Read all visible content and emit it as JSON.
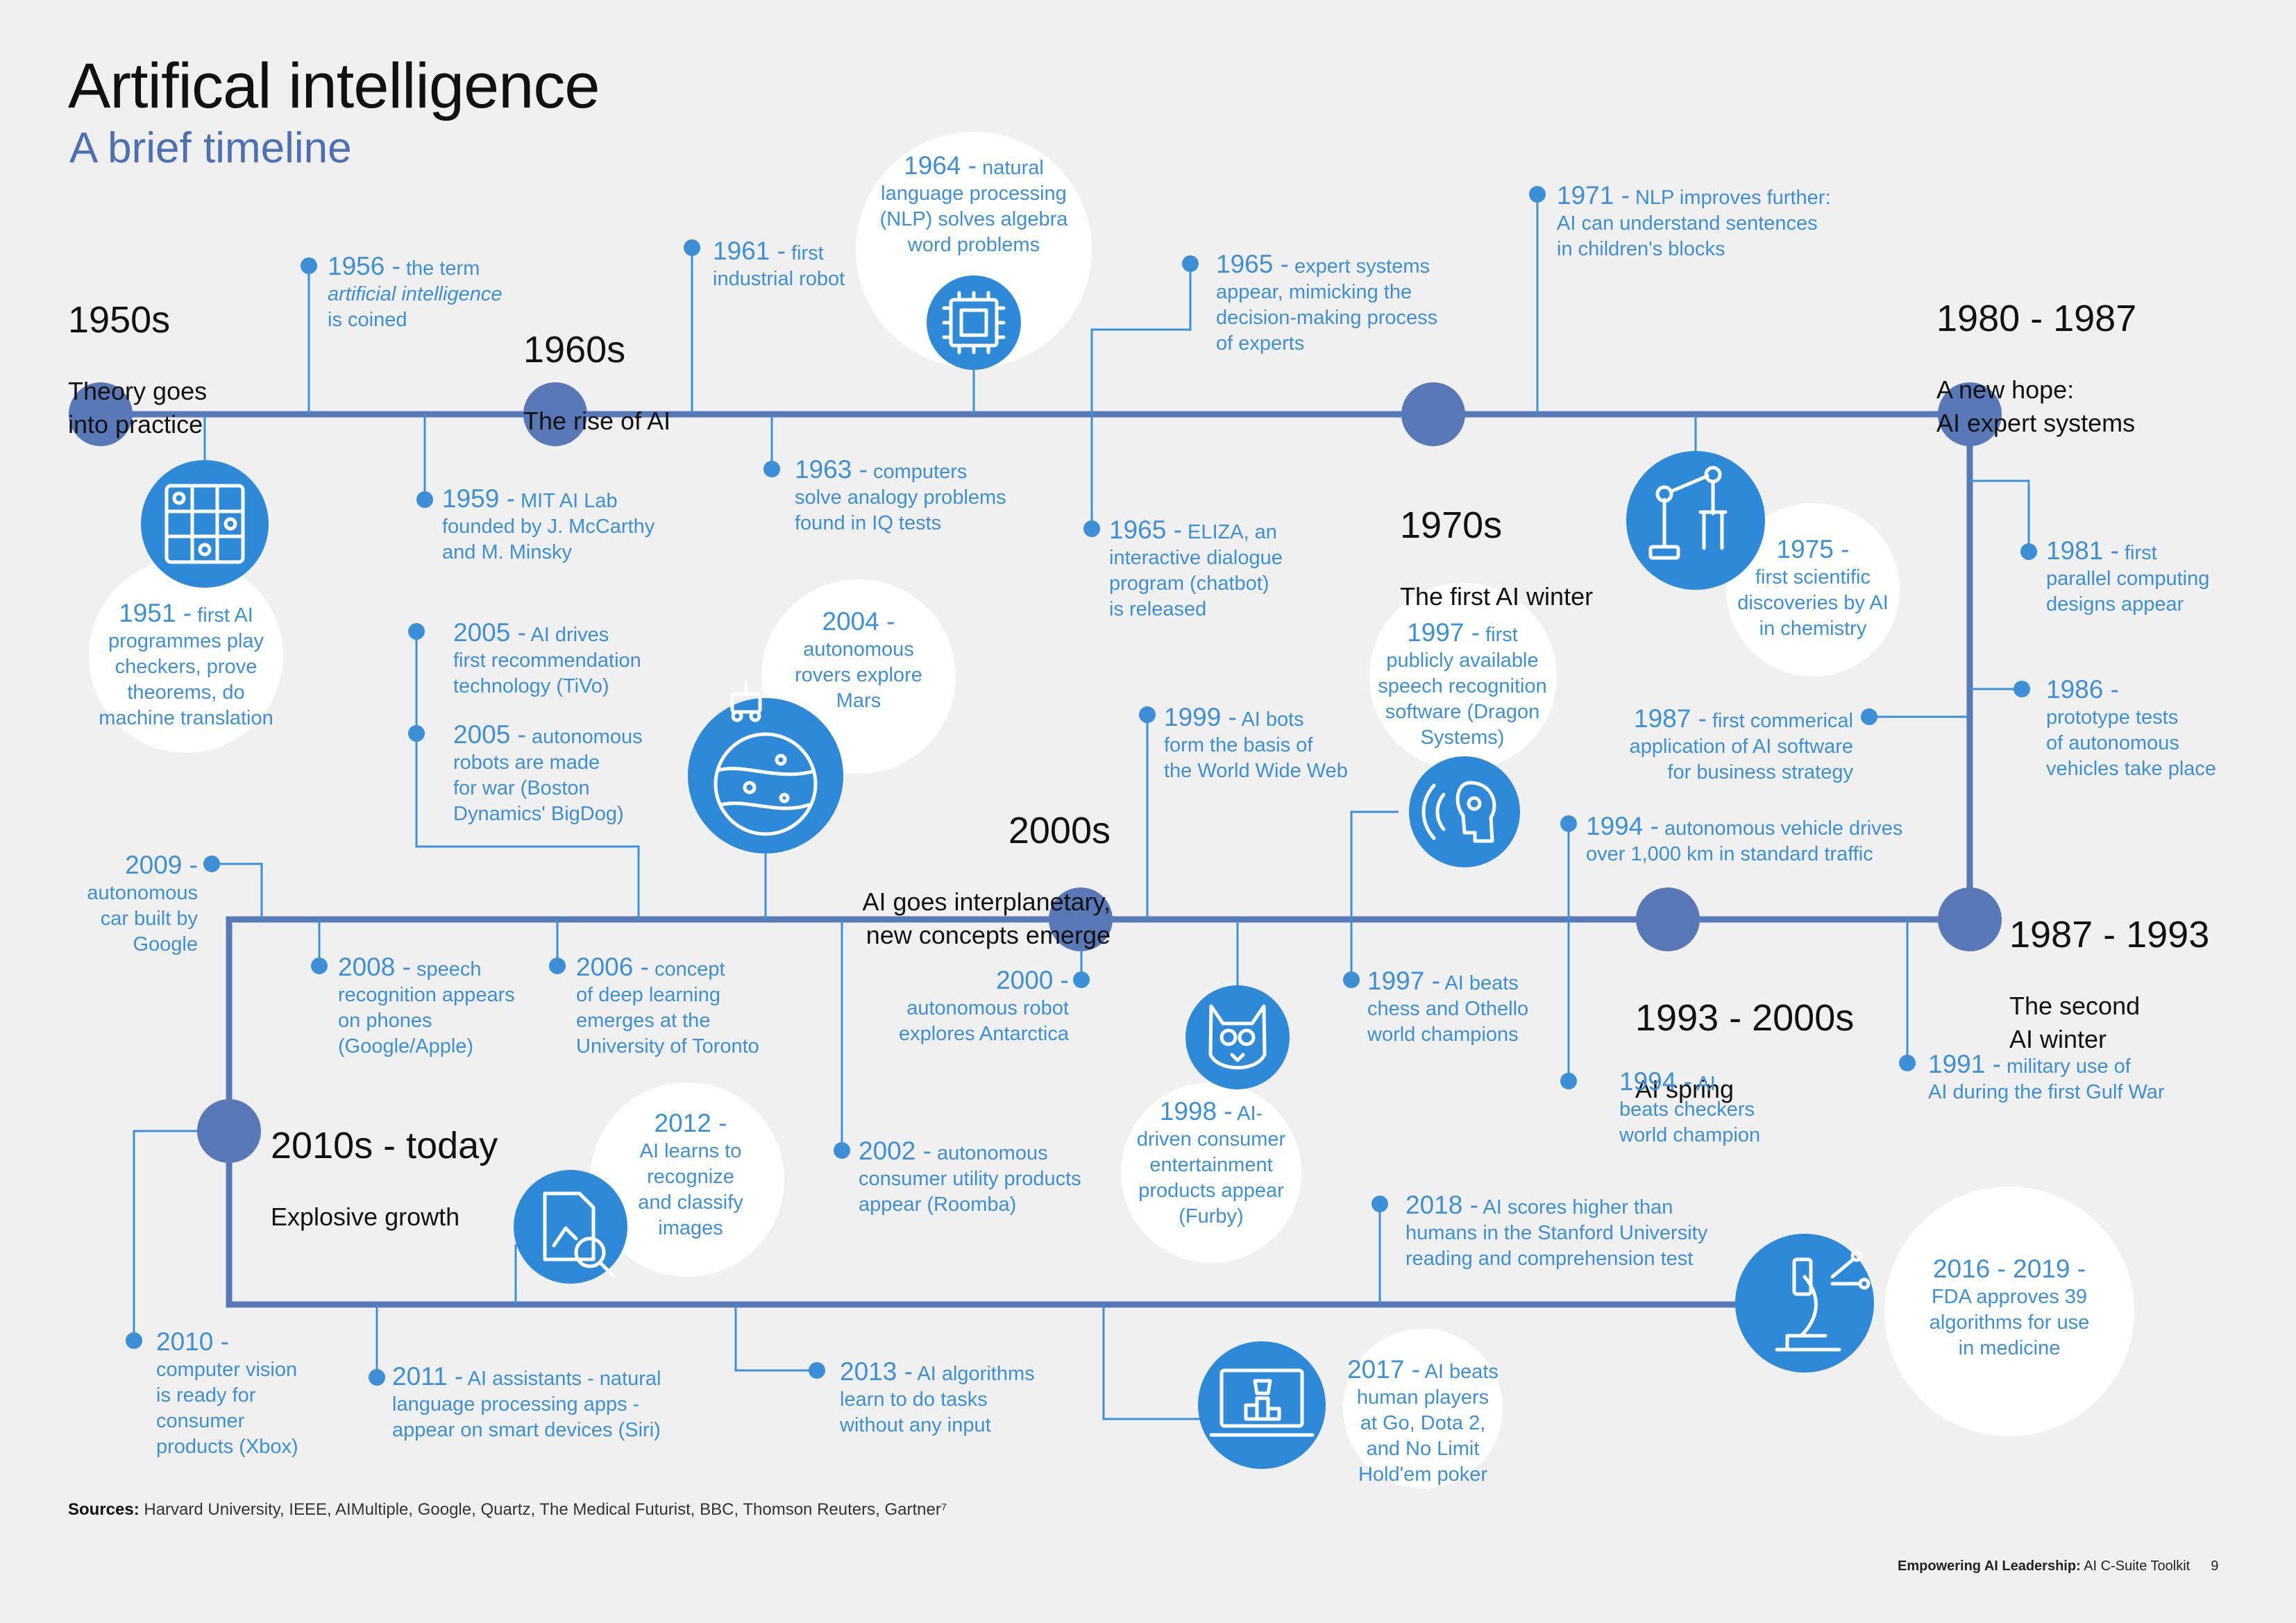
{
  "title": "Artifical intelligence",
  "subtitle": "A brief timeline",
  "eras": {
    "e1950": {
      "year": "1950s",
      "desc": "Theory goes\ninto practice"
    },
    "e1960": {
      "year": "1960s",
      "desc": "The rise of AI"
    },
    "e1970": {
      "year": "1970s",
      "desc": "The first AI winter"
    },
    "e1980": {
      "year": "1980 - 1987",
      "desc": "A new hope:\nAI expert systems"
    },
    "e1987": {
      "year": "1987 - 1993",
      "desc": "The second\nAI winter"
    },
    "e1993": {
      "year": "1993 - 2000s",
      "desc": "AI spring"
    },
    "e2000": {
      "year": "2000s",
      "desc": "AI goes interplanetary,\nnew concepts emerge"
    },
    "e2010": {
      "year": "2010s - today",
      "desc": "Explosive growth"
    }
  },
  "events": {
    "ev1951": {
      "year": "1951 -",
      "text": " first AI\nprogrammes play\ncheckers, prove\ntheorems, do\nmachine translation"
    },
    "ev1956": {
      "year": "1956 -",
      "text_a": " the term\n",
      "italic": "artificial intelligence",
      "text_b": "\nis coined"
    },
    "ev1959": {
      "year": "1959 -",
      "text": " MIT AI Lab\nfounded by J. McCarthy\nand M. Minsky"
    },
    "ev1961": {
      "year": "1961 -",
      "text": " first\nindustrial robot"
    },
    "ev1963": {
      "year": "1963 -",
      "text": " computers\nsolve analogy problems\nfound in IQ tests"
    },
    "ev1964": {
      "year": "1964 -",
      "text": " natural\nlanguage processing\n(NLP) solves algebra\nword problems"
    },
    "ev1965a": {
      "year": "1965 -",
      "text": " expert systems\nappear, mimicking the\ndecision-making process\nof experts"
    },
    "ev1965b": {
      "year": "1965 -",
      "text": " ELIZA, an\ninteractive dialogue\nprogram (chatbot)\nis released"
    },
    "ev1971": {
      "year": "1971 -",
      "text": " NLP improves further:\nAI can understand sentences\nin children's blocks"
    },
    "ev1975": {
      "year": "1975 -",
      "text": "\nfirst scientific\ndiscoveries by AI\nin chemistry"
    },
    "ev1981": {
      "year": "1981 -",
      "text": " first\nparallel computing\ndesigns appear"
    },
    "ev1986": {
      "year": "1986 -",
      "text": "\nprototype tests\nof autonomous\nvehicles take place"
    },
    "ev1987": {
      "year": "1987 -",
      "text": " first commerical\napplication of AI software\nfor business strategy"
    },
    "ev1991": {
      "year": "1991 -",
      "text": " military use of\nAI during the first Gulf War"
    },
    "ev1994a": {
      "year": "1994 -",
      "text": " autonomous vehicle drives\nover 1,000 km in standard traffic"
    },
    "ev1994b": {
      "year": "1994 -",
      "text": " AI\nbeats checkers\nworld champion"
    },
    "ev1997a": {
      "year": "1997 -",
      "text": " first\npublicly available\nspeech recognition\nsoftware (Dragon\nSystems)"
    },
    "ev1997b": {
      "year": "1997 -",
      "text": " AI beats\nchess and Othello\nworld champions"
    },
    "ev1998": {
      "year": "1998 -",
      "text": " AI-\ndriven consumer\nentertainment\nproducts appear\n(Furby)"
    },
    "ev1999": {
      "year": "1999 -",
      "text": " AI bots\nform the basis of\nthe World Wide Web"
    },
    "ev2000": {
      "year": "2000 -",
      "text": "\nautonomous robot\nexplores Antarctica"
    },
    "ev2002": {
      "year": "2002 -",
      "text": " autonomous\nconsumer utility products\nappear (Roomba)"
    },
    "ev2004": {
      "year": "2004 -",
      "text": "\nautonomous\nrovers explore\nMars"
    },
    "ev2005a": {
      "year": "2005 -",
      "text": " AI drives\nfirst recommendation\ntechnology (TiVo)"
    },
    "ev2005b": {
      "year": "2005 -",
      "text": " autonomous\nrobots are made\nfor war (Boston\nDynamics' BigDog)"
    },
    "ev2006": {
      "year": "2006 -",
      "text": " concept\nof deep learning\nemerges at the\nUniversity of Toronto"
    },
    "ev2008": {
      "year": "2008 -",
      "text": " speech\nrecognition appears\non phones\n(Google/Apple)"
    },
    "ev2009": {
      "year": "2009 -",
      "text": "\nautonomous\ncar built by\nGoogle"
    },
    "ev2010": {
      "year": "2010 -",
      "text": "\ncomputer vision\nis ready for\nconsumer\nproducts (Xbox)"
    },
    "ev2011": {
      "year": "2011 -",
      "text": " AI assistants - natural\nlanguage processing apps -\nappear on smart devices (Siri)"
    },
    "ev2012": {
      "year": "2012 -",
      "text": "\nAI learns to\nrecognize\nand classify\nimages"
    },
    "ev2013": {
      "year": "2013 -",
      "text": " AI algorithms\nlearn to do tasks\nwithout any input"
    },
    "ev2016": {
      "year": "2016 - 2019 -",
      "text": "\nFDA approves 39\nalgorithms for use\nin medicine"
    },
    "ev2017": {
      "year": "2017 -",
      "text": " AI beats\nhuman players\nat Go, Dota 2,\nand No Limit\nHold'em poker"
    },
    "ev2018": {
      "year": "2018 -",
      "text": " AI scores higher than\nhumans in the Stanford University\nreading and comprehension test"
    }
  },
  "sources": {
    "label": "Sources:",
    "text": " Harvard University, IEEE, AIMultiple, Google, Quartz, The Medical Futurist, BBC, Thomson Reuters, Gartner⁷"
  },
  "footer": {
    "bold": "Empowering AI Leadership:",
    "text": " AI C-Suite Toolkit",
    "page": "9"
  },
  "colors": {
    "line": "#5878b8",
    "accent": "#3d8fd8",
    "circle": "#2e8ad8",
    "node": "#5878b8",
    "bg": "#f0f0f0"
  }
}
